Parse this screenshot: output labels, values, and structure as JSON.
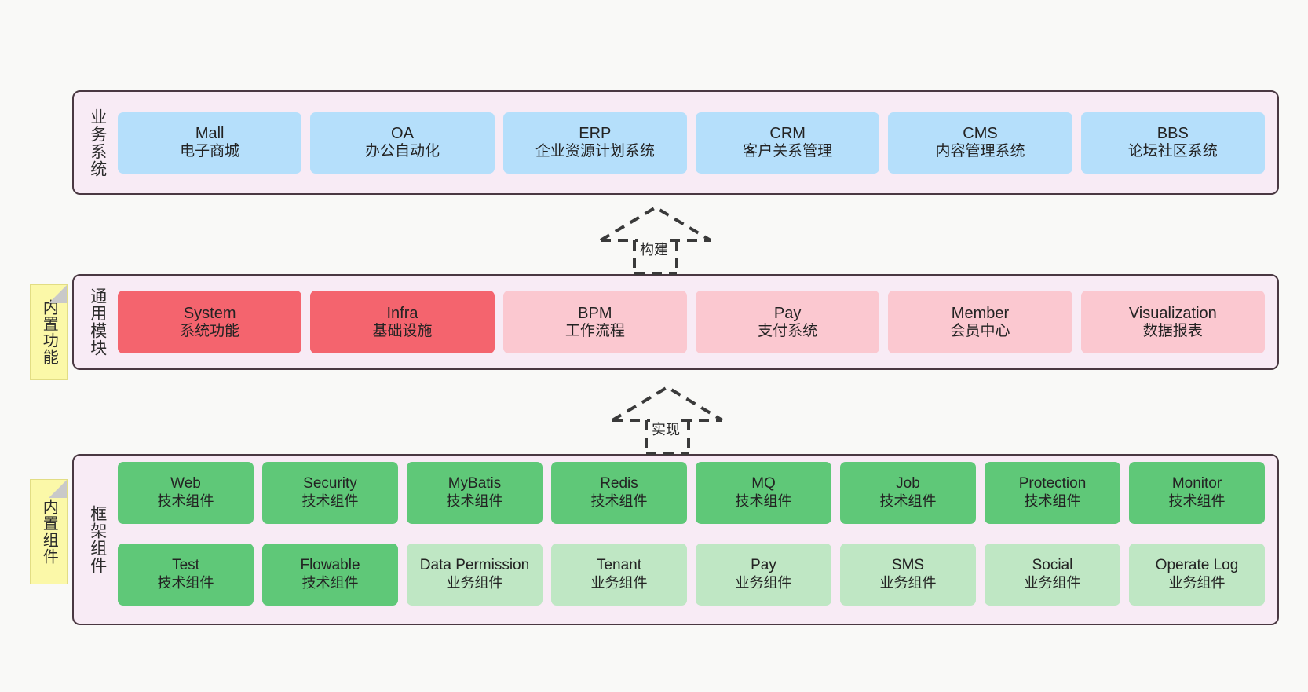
{
  "tiers": [
    {
      "id": "business-systems",
      "label": "业务系统",
      "nodes": [
        {
          "title": "Mall",
          "subtitle": "电子商城"
        },
        {
          "title": "OA",
          "subtitle": "办公自动化"
        },
        {
          "title": "ERP",
          "subtitle": "企业资源计划系统"
        },
        {
          "title": "CRM",
          "subtitle": "客户关系管理"
        },
        {
          "title": "CMS",
          "subtitle": "内容管理系统"
        },
        {
          "title": "BBS",
          "subtitle": "论坛社区系统"
        }
      ]
    },
    {
      "id": "common-modules",
      "label": "通用模块",
      "sticky": "内置功能",
      "nodes": [
        {
          "title": "System",
          "subtitle": "系统功能",
          "style": "accent"
        },
        {
          "title": "Infra",
          "subtitle": "基础设施",
          "style": "accent"
        },
        {
          "title": "BPM",
          "subtitle": "工作流程",
          "style": "soft"
        },
        {
          "title": "Pay",
          "subtitle": "支付系统",
          "style": "soft"
        },
        {
          "title": "Member",
          "subtitle": "会员中心",
          "style": "soft"
        },
        {
          "title": "Visualization",
          "subtitle": "数据报表",
          "style": "soft"
        }
      ]
    },
    {
      "id": "framework-components",
      "label": "框架组件",
      "sticky": "内置组件",
      "rows": [
        [
          {
            "title": "Web",
            "subtitle": "技术组件",
            "style": "tech"
          },
          {
            "title": "Security",
            "subtitle": "技术组件",
            "style": "tech"
          },
          {
            "title": "MyBatis",
            "subtitle": "技术组件",
            "style": "tech"
          },
          {
            "title": "Redis",
            "subtitle": "技术组件",
            "style": "tech"
          },
          {
            "title": "MQ",
            "subtitle": "技术组件",
            "style": "tech"
          },
          {
            "title": "Job",
            "subtitle": "技术组件",
            "style": "tech"
          },
          {
            "title": "Protection",
            "subtitle": "技术组件",
            "style": "tech"
          },
          {
            "title": "Monitor",
            "subtitle": "技术组件",
            "style": "tech"
          }
        ],
        [
          {
            "title": "Test",
            "subtitle": "技术组件",
            "style": "tech"
          },
          {
            "title": "Flowable",
            "subtitle": "技术组件",
            "style": "tech"
          },
          {
            "title": "Data Permission",
            "subtitle": "业务组件",
            "style": "biz"
          },
          {
            "title": "Tenant",
            "subtitle": "业务组件",
            "style": "biz"
          },
          {
            "title": "Pay",
            "subtitle": "业务组件",
            "style": "biz"
          },
          {
            "title": "SMS",
            "subtitle": "业务组件",
            "style": "biz"
          },
          {
            "title": "Social",
            "subtitle": "业务组件",
            "style": "biz"
          },
          {
            "title": "Operate Log",
            "subtitle": "业务组件",
            "style": "biz"
          }
        ]
      ]
    }
  ],
  "connectors": [
    {
      "id": "build",
      "label": "构建"
    },
    {
      "id": "implement",
      "label": "实现"
    }
  ],
  "colors": {
    "canvas": "#f9f9f7",
    "section_fill": "#f8ebf5",
    "section_border": "#4a3842",
    "business_node": "#b5dffb",
    "accent_node": "#f4646e",
    "soft_node": "#fbc8d0",
    "tech_node": "#5fc878",
    "biz_node": "#bfe7c4",
    "sticky_note": "#fbf8a8",
    "sticky_fold": "#c9c9c9",
    "arrow_stroke": "#3a3a3a"
  }
}
